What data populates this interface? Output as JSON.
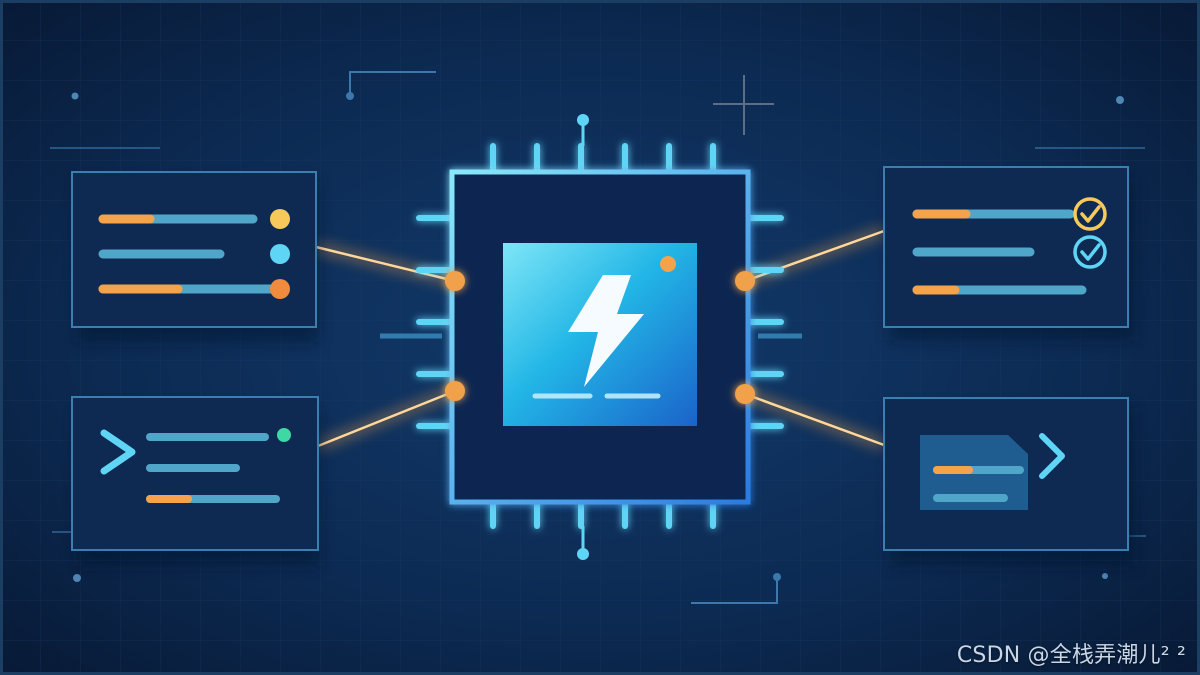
{
  "watermark": {
    "text": "CSDN @全栈弄潮儿² ²"
  },
  "colors": {
    "background": "#0b2344",
    "frame_border": "#1d3e63",
    "cyan": "#5fd5f5",
    "orange": "#f5a34a",
    "yellow": "#f7c85a",
    "teal": "#3fd7a4",
    "panel_fill": "#0f2a52",
    "panel_border": "#3a7fb0",
    "chip_gradient_start": "#7ee6f7",
    "chip_gradient_end": "#1b63c9"
  },
  "icons": {
    "chip": "processor-chip-icon",
    "bolt": "lightning-bolt-icon",
    "check_1": "check-circle-icon",
    "check_2": "check-circle-icon",
    "terminal": "terminal-prompt-icon",
    "document": "document-icon",
    "chevron": "chevron-right-icon"
  },
  "panel_status": {
    "top_left_bar_1_progress": 0.33,
    "top_left_bar_3_progress": 0.48,
    "top_right_bar_1_progress": 0.35,
    "top_right_bar_3_progress": 0.26,
    "bottom_left_bar_3_progress": 0.33,
    "bottom_right_bar_1_progress": 0.43
  }
}
